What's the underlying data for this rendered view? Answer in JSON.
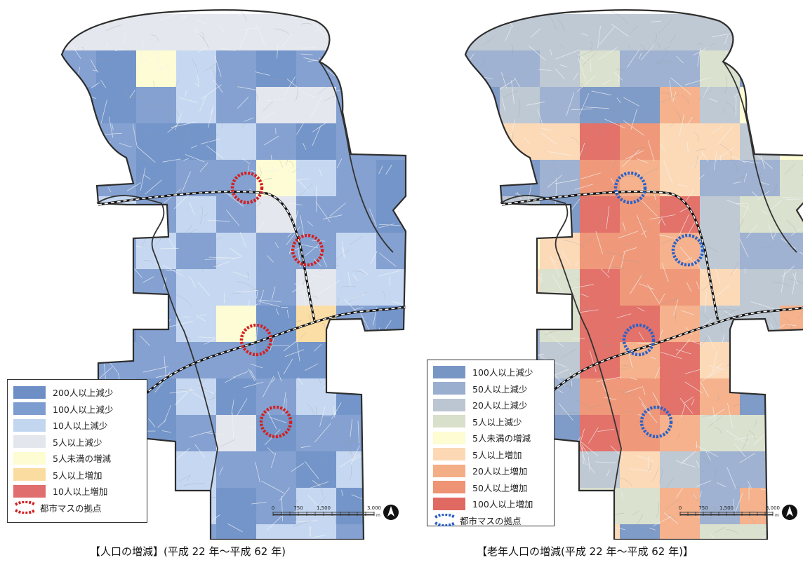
{
  "left_map": {
    "caption": "【人口の増減】(平成 22 年～平成 62 年)",
    "legend": [
      {
        "label": "200人以上減少",
        "color": "#6d8fc6"
      },
      {
        "label": "100人以上減少",
        "color": "#7d9ccf"
      },
      {
        "label": "10人以上減少",
        "color": "#c3d6f0"
      },
      {
        "label": "5人以上減少",
        "color": "#e3e6ec"
      },
      {
        "label": "5人未満の増減",
        "color": "#fdfcd2"
      },
      {
        "label": "5人以上増加",
        "color": "#fbdca0"
      },
      {
        "label": "10人以上増加",
        "color": "#e06e6e"
      }
    ],
    "hub_label": "都市マスの拠点",
    "hub_color": "#d42020"
  },
  "right_map": {
    "caption": "【老年人口の増減(平成 22 年～平成 62 年)】",
    "legend": [
      {
        "label": "100人以上減少",
        "color": "#7896c4"
      },
      {
        "label": "50人以上減少",
        "color": "#9aaecf"
      },
      {
        "label": "20人以上減少",
        "color": "#bcc6d2"
      },
      {
        "label": "5人以上減少",
        "color": "#d8dfcb"
      },
      {
        "label": "5人未満の増減",
        "color": "#fdfcd2"
      },
      {
        "label": "5人以上増加",
        "color": "#fcd8b4"
      },
      {
        "label": "20人以上増加",
        "color": "#f4ae86"
      },
      {
        "label": "50人以上増加",
        "color": "#ee9373"
      },
      {
        "label": "100人以上増加",
        "color": "#e06a62"
      }
    ],
    "hub_label": "都市マスの拠点",
    "hub_color": "#2b62c9"
  },
  "scale": {
    "ticks": [
      "0",
      "750",
      "1,500",
      "3,000"
    ],
    "unit": "m"
  }
}
